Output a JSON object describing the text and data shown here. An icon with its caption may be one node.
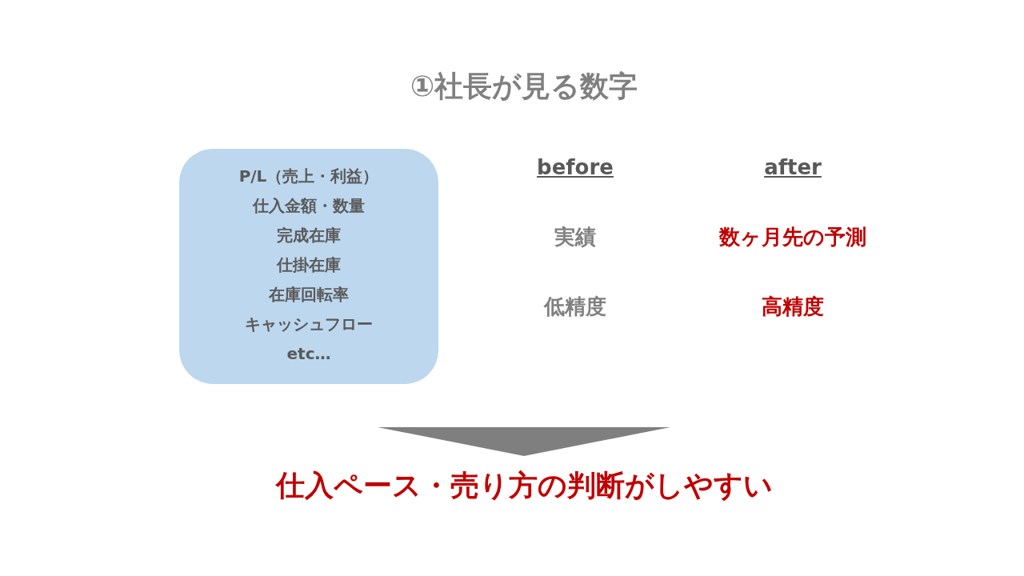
{
  "diagram": {
    "title": "①社長が見る数字",
    "nodes": [
      {
        "text": [
          "P/L（売上・利益）",
          "仕入金額・数量",
          "完成在庫",
          "仕掛在庫",
          "在庫回転率",
          "キャッシュフロー",
          "etc…"
        ]
      },
      {
        "text": [
          "仕入ペース・売り方の判断がしやすい"
        ]
      }
    ],
    "edges": [
      {
        "from": null,
        "to": 1,
        "arrow": "to",
        "style": "thick",
        "color": "#7f7f7f"
      }
    ],
    "labels": [
      "before",
      "after",
      "実績",
      "数ヶ月先の予測",
      "低精度",
      "高精度"
    ]
  }
}
